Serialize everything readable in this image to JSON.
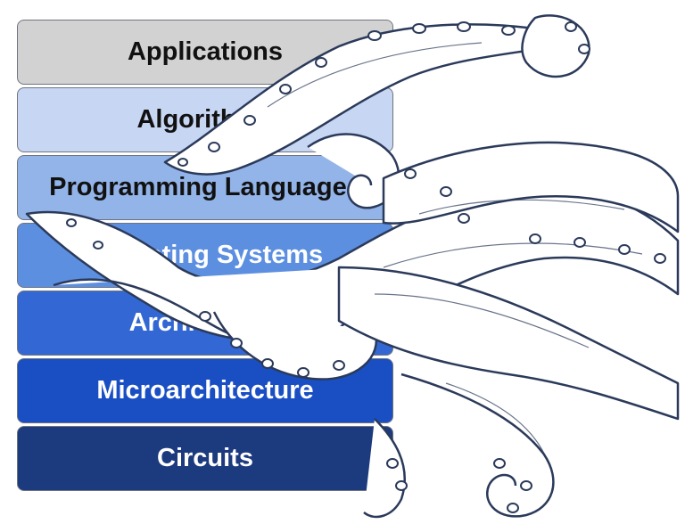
{
  "layers": [
    "Applications",
    "Algorithms",
    "Programming Languages",
    "Operating Systems",
    "Architecture",
    "Microarchitecture",
    "Circuits"
  ],
  "illustration": "octopus-tentacles",
  "colors": {
    "applications": "#d2d2d2",
    "algorithms": "#c7d6f2",
    "programming_languages": "#93b4e9",
    "operating_systems": "#5d8fe1",
    "architecture": "#3367d3",
    "microarchitecture": "#1a4ec3",
    "circuits": "#1c3a7e",
    "ink": "#2b3a5a"
  }
}
